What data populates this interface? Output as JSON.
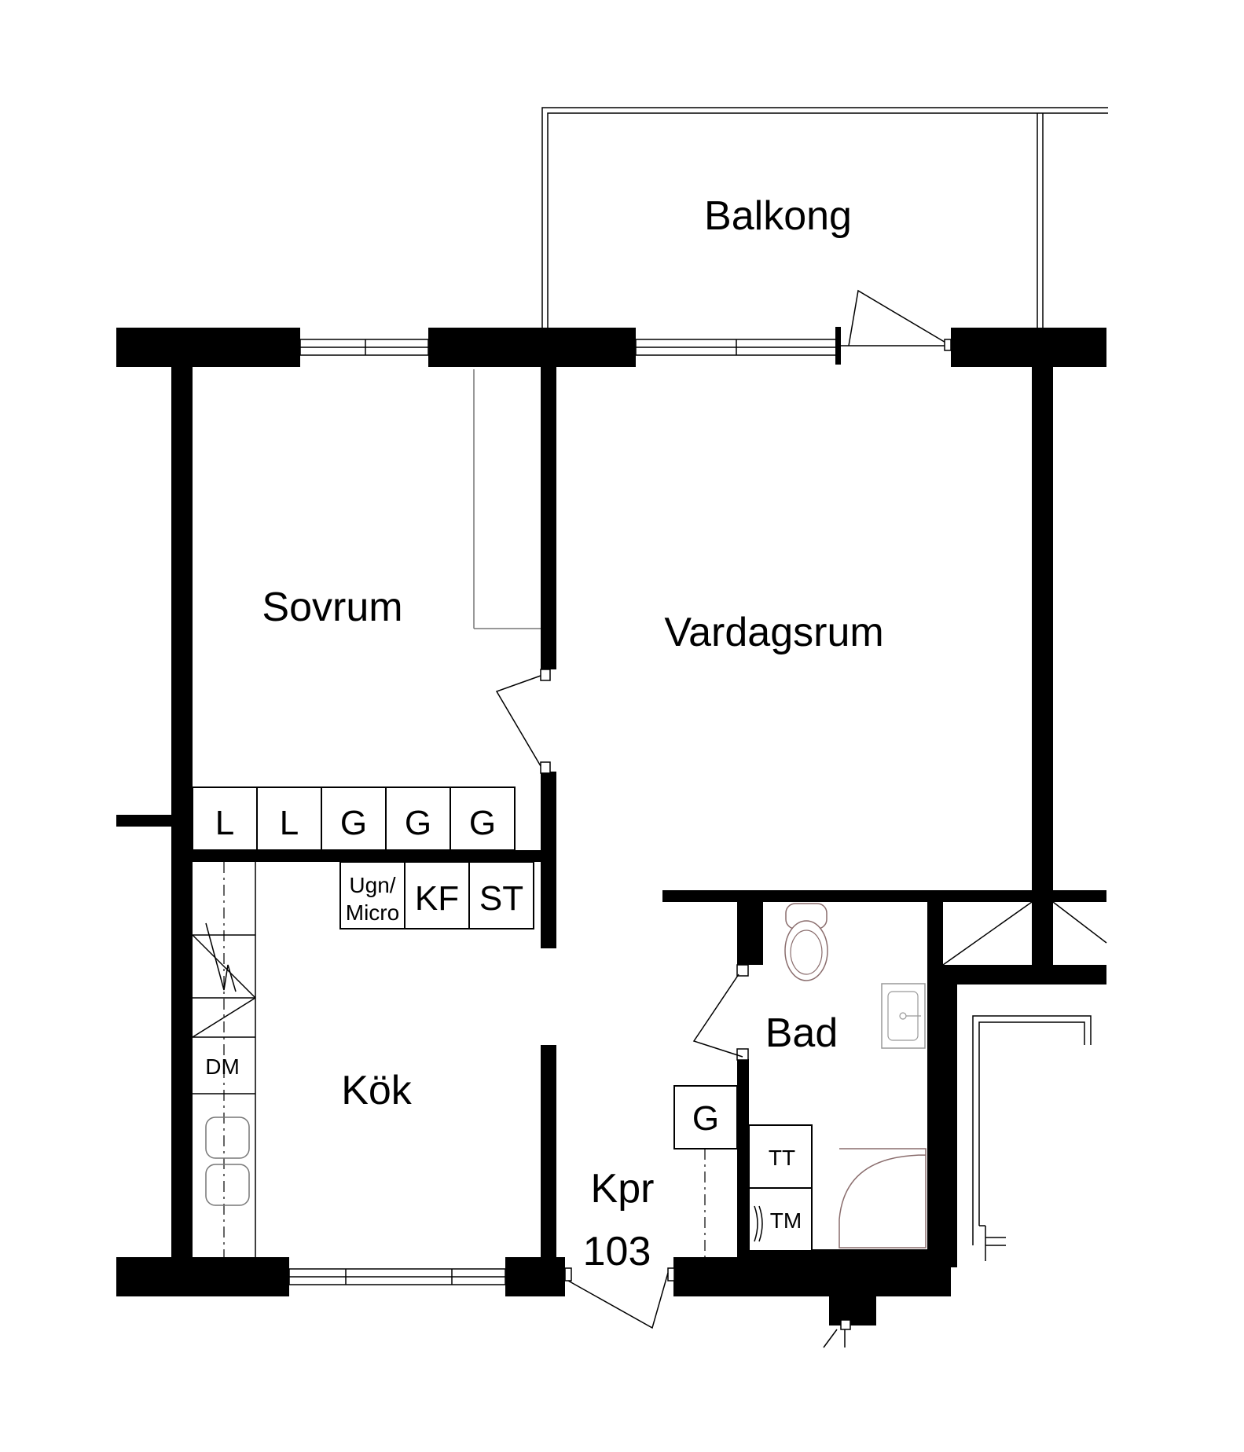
{
  "rooms": {
    "balcony": "Balkong",
    "bedroom": "Sovrum",
    "living_room": "Vardagsrum",
    "kitchen": "Kök",
    "bathroom": "Bad",
    "closet": "Kpr"
  },
  "apartment_number": "103",
  "fixtures": {
    "wardrobes": [
      "L",
      "L",
      "G",
      "G",
      "G"
    ],
    "oven_line1": "Ugn/",
    "oven_line2": "Micro",
    "fridge_freezer": "KF",
    "stove": "ST",
    "dishwasher": "DM",
    "hall_wardrobe": "G",
    "dryer": "TT",
    "washer": "TM"
  }
}
